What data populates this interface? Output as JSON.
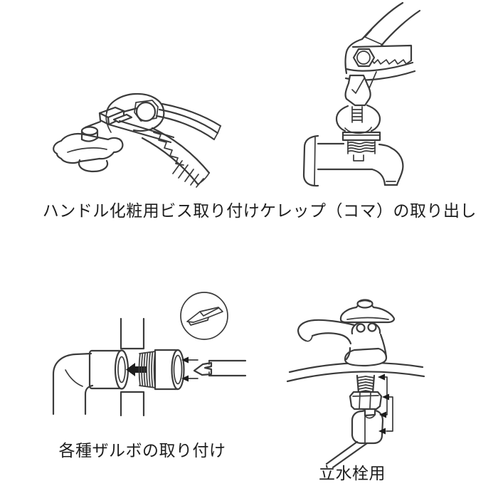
{
  "page": {
    "background_color": "#ffffff",
    "line_color": "#3b3b3b",
    "text_color": "#1d1d1d",
    "description": "Four monochrome instructional line drawings for a plumbing multi-tool"
  },
  "panels": [
    {
      "id": "handle-screw",
      "caption": "ハンドル化粧用ビス取り付け",
      "illustration": "pliers tightening the decorative screw on a faucet wing handle"
    },
    {
      "id": "kerep-removal",
      "caption": "ケレップ（コマ）の取り出し",
      "illustration": "pliers pulling the kerep valve piece out of a wall faucet"
    },
    {
      "id": "zarubo-install",
      "caption": "各種ザルボの取り付け",
      "illustration": "threaded socket extension driven into a wall fitting with a bar tool; black arrow shows insertion direction; circle shows tool-tip detail"
    },
    {
      "id": "standpipe",
      "caption": "立水栓用",
      "illustration": "pillar basin faucet above counter with threaded shank, hex nut and box wrench below; arrows mark each part"
    }
  ]
}
